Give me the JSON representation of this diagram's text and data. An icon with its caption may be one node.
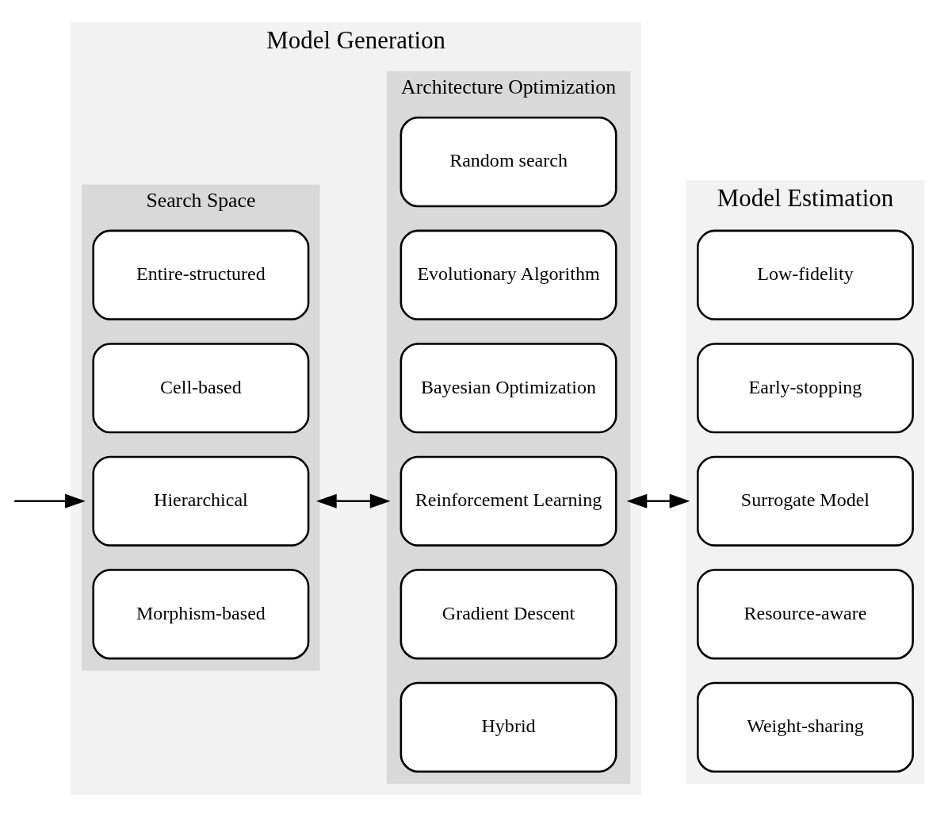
{
  "diagram": {
    "nodes": [
      {
        "text": [
          "Model Generation"
        ]
      },
      {
        "text": [
          "Search Space"
        ],
        "in": 0
      },
      {
        "text": [
          "Entire-structured"
        ],
        "in": 1
      },
      {
        "text": [
          "Cell-based"
        ],
        "in": 1
      },
      {
        "text": [
          "Hierarchical"
        ],
        "in": 1
      },
      {
        "text": [
          "Morphism-based"
        ],
        "in": 1
      },
      {
        "text": [
          "Architecture Optimization"
        ],
        "in": 0
      },
      {
        "text": [
          "Random search"
        ],
        "in": 6
      },
      {
        "text": [
          "Evolutionary Algorithm"
        ],
        "in": 6
      },
      {
        "text": [
          "Bayesian Optimization"
        ],
        "in": 6
      },
      {
        "text": [
          "Reinforcement Learning"
        ],
        "in": 6
      },
      {
        "text": [
          "Gradient Descent"
        ],
        "in": 6
      },
      {
        "text": [
          "Hybrid"
        ],
        "in": 6
      },
      {
        "text": [
          "Model Estimation"
        ]
      },
      {
        "text": [
          "Low-fidelity"
        ],
        "in": 13
      },
      {
        "text": [
          "Early-stopping"
        ],
        "in": 13
      },
      {
        "text": [
          "Surrogate Model"
        ],
        "in": 13
      },
      {
        "text": [
          "Resource-aware"
        ],
        "in": 13
      },
      {
        "text": [
          "Weight-sharing"
        ],
        "in": 13
      }
    ],
    "edges": [
      {
        "from": null,
        "to": 1,
        "arrow": "to"
      },
      {
        "from": 1,
        "to": 6,
        "arrow": "both"
      },
      {
        "from": 6,
        "to": 13,
        "arrow": "both"
      }
    ]
  }
}
